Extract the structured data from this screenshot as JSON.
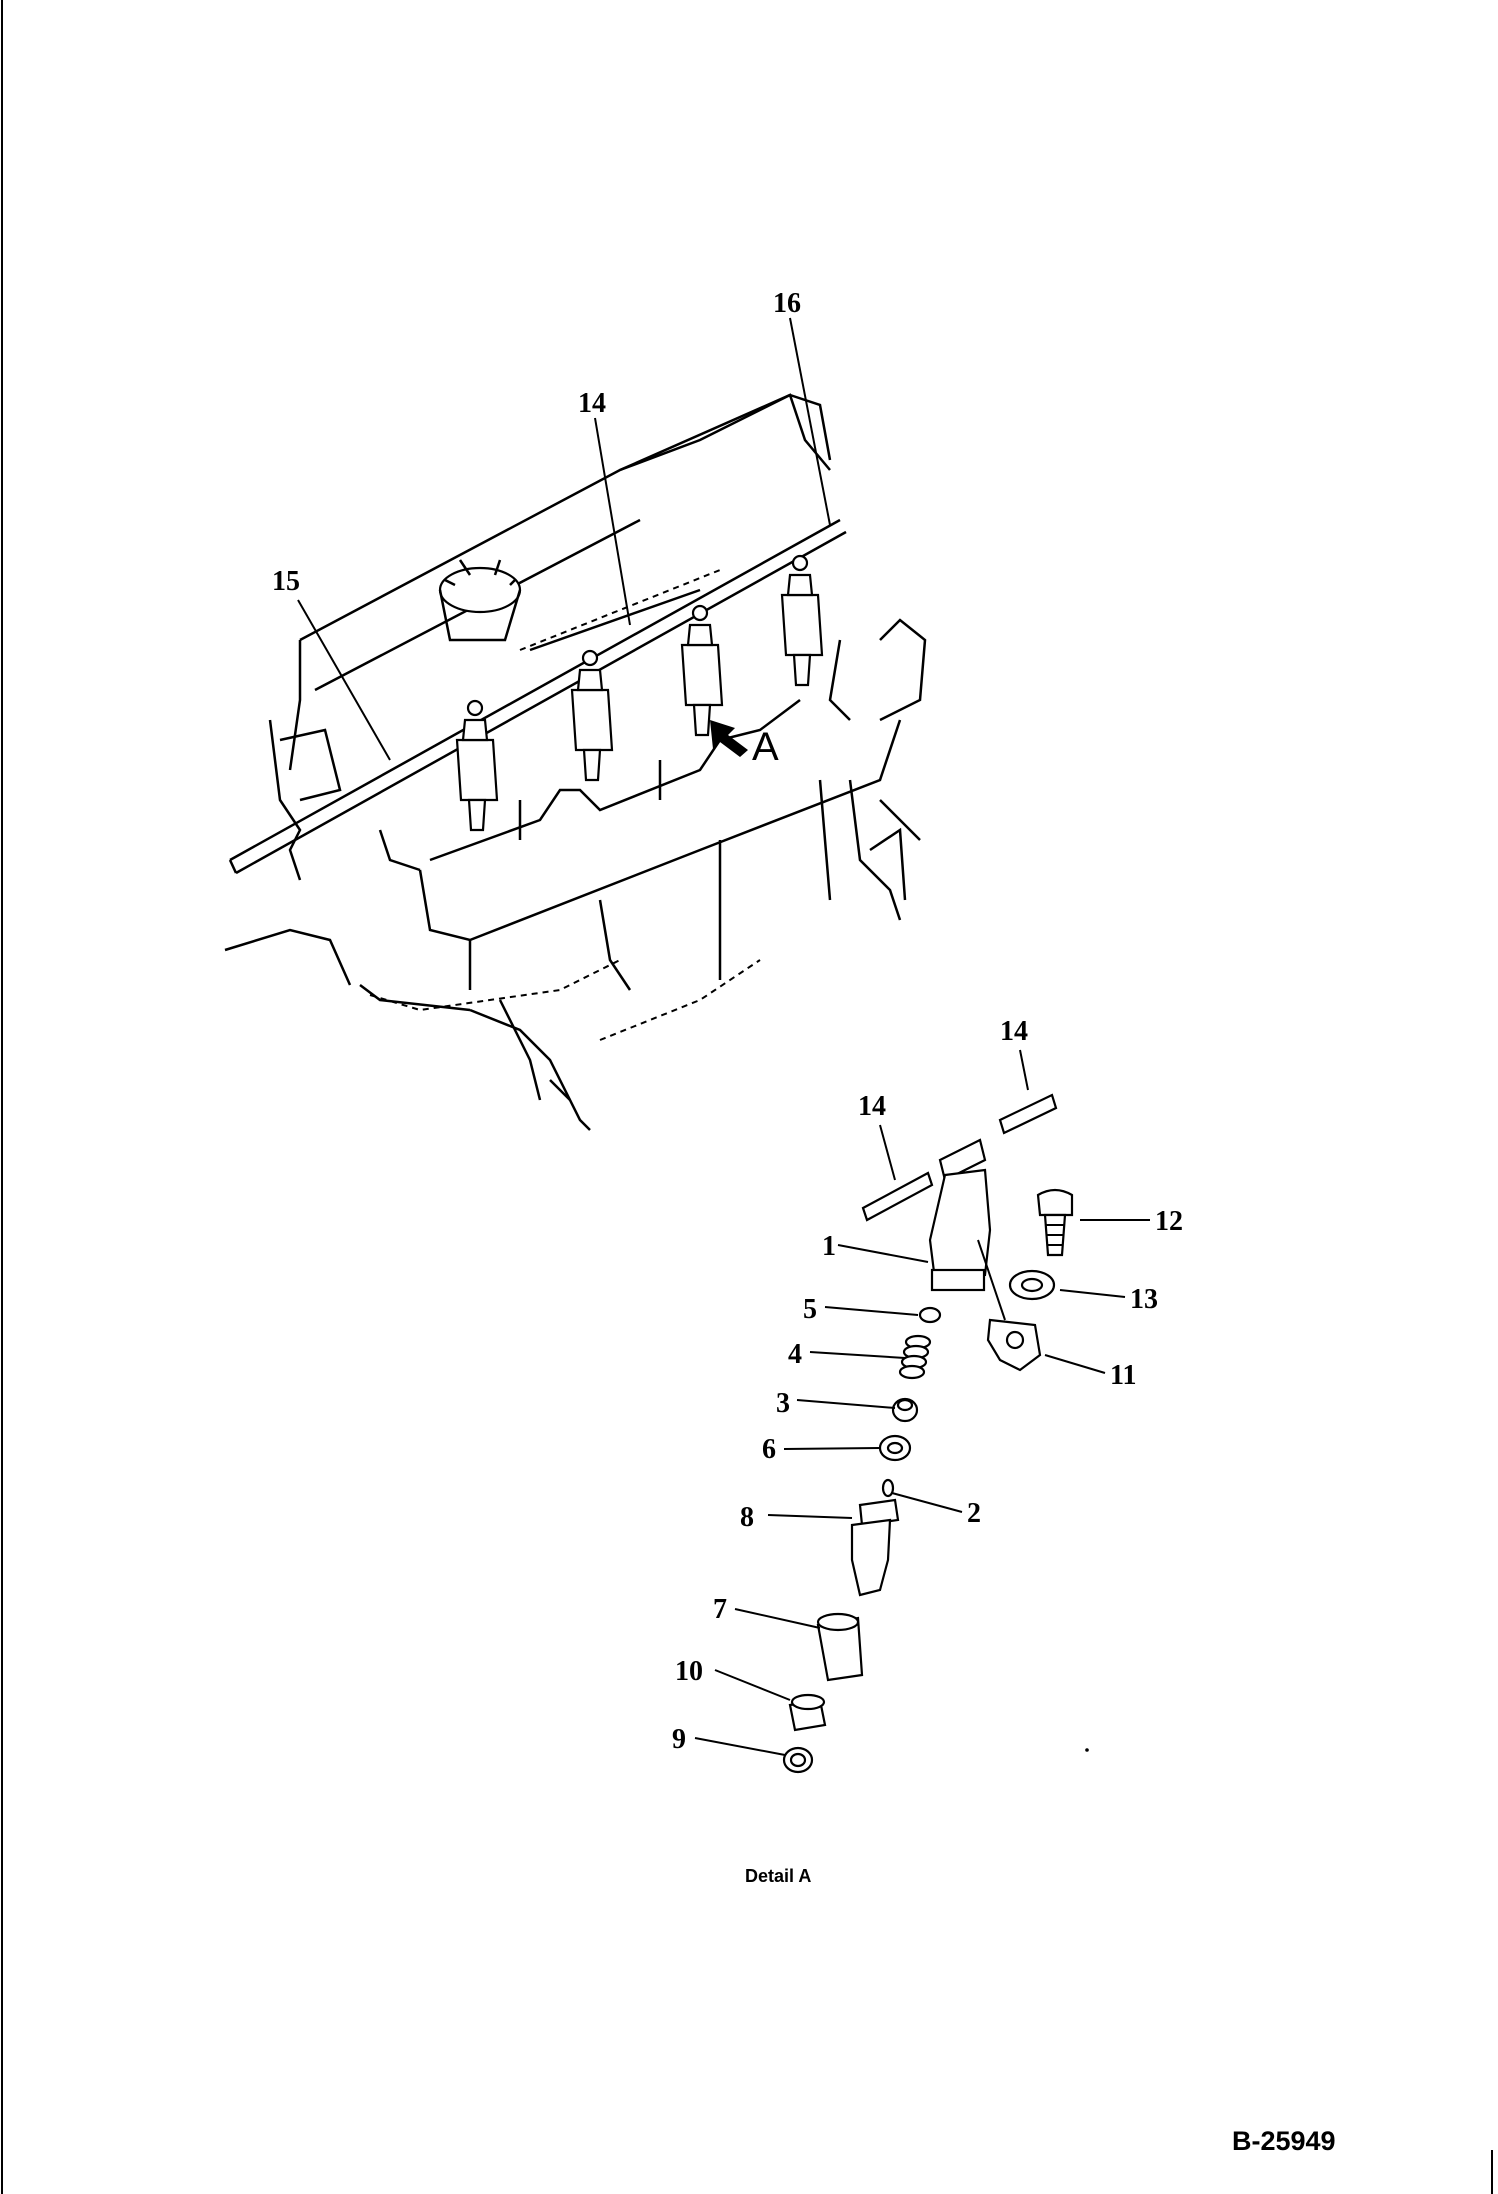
{
  "diagram": {
    "callouts": [
      {
        "id": "c16",
        "text": "16"
      },
      {
        "id": "c14a",
        "text": "14"
      },
      {
        "id": "c15",
        "text": "15"
      },
      {
        "id": "c14b",
        "text": "14"
      },
      {
        "id": "c14c",
        "text": "14"
      },
      {
        "id": "c12",
        "text": "12"
      },
      {
        "id": "c1",
        "text": "1"
      },
      {
        "id": "c13",
        "text": "13"
      },
      {
        "id": "c5",
        "text": "5"
      },
      {
        "id": "c4",
        "text": "4"
      },
      {
        "id": "c11",
        "text": "11"
      },
      {
        "id": "c3",
        "text": "3"
      },
      {
        "id": "c6",
        "text": "6"
      },
      {
        "id": "c2",
        "text": "2"
      },
      {
        "id": "c8",
        "text": "8"
      },
      {
        "id": "c7",
        "text": "7"
      },
      {
        "id": "c10",
        "text": "10"
      },
      {
        "id": "c9",
        "text": "9"
      }
    ],
    "view_marker": "A",
    "detail_caption": "Detail A",
    "drawing_number": "B-25949"
  }
}
